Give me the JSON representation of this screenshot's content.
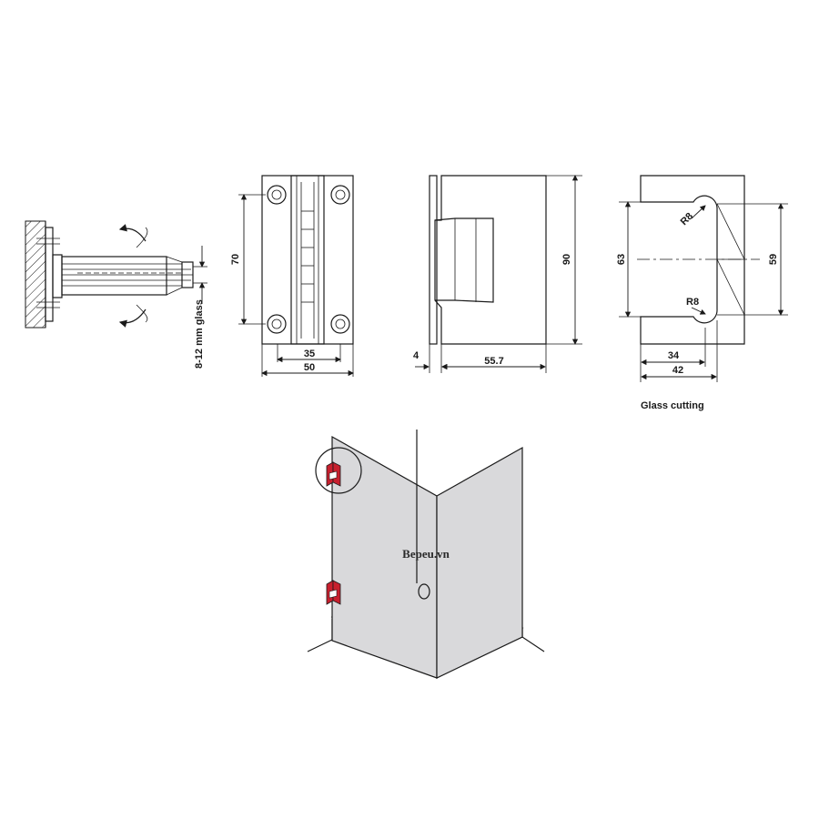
{
  "dimensions": {
    "glass_thickness": "8-12 mm glass",
    "front_height": "70",
    "front_inner_width": "35",
    "front_width": "50",
    "side_height": "90",
    "side_thickness": "4",
    "side_depth": "55.7",
    "cut_height_outer": "63",
    "cut_height_inner": "59",
    "radius_top": "R8",
    "radius_bottom": "R8",
    "cut_width_inner": "34",
    "cut_width_outer": "42"
  },
  "captions": {
    "glass_cutting": "Glass cutting"
  },
  "watermark": "Bepeu.vn",
  "colors": {
    "line": "#1a1a1a",
    "glass": "#d9d9db",
    "hinge": "#c8202e"
  }
}
